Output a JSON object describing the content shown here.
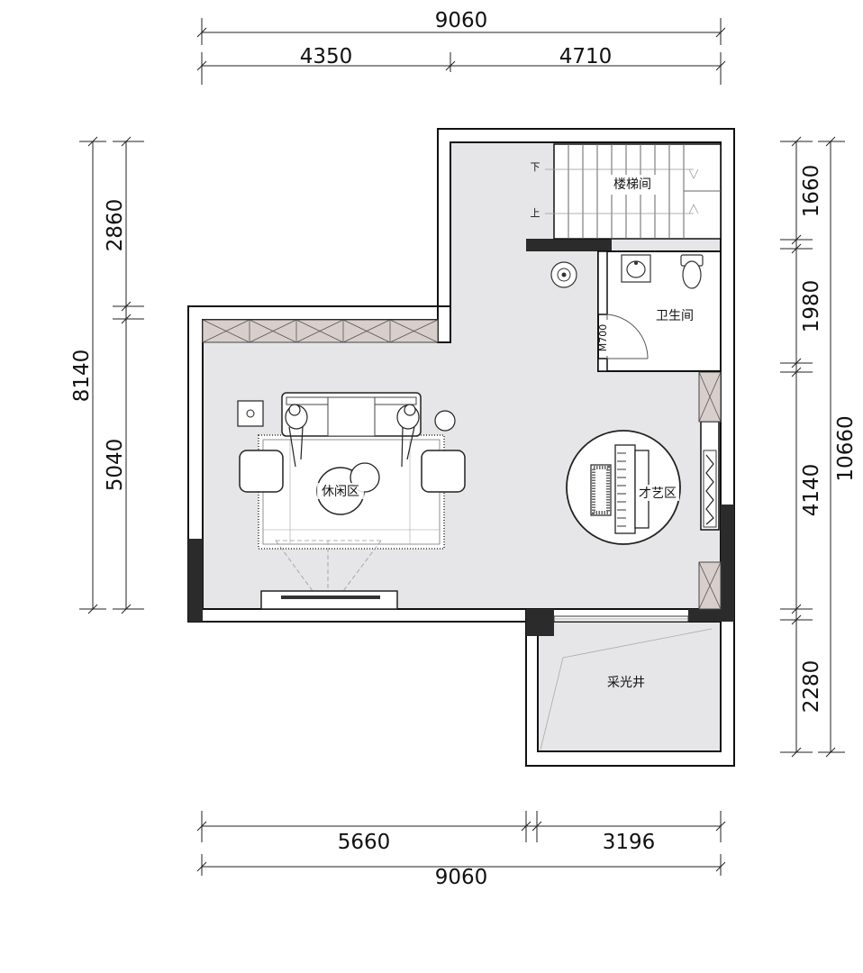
{
  "dimensions": {
    "top_total": "9060",
    "top_left": "4350",
    "top_right": "4710",
    "bottom_left": "5660",
    "bottom_right": "3196",
    "bottom_total": "9060",
    "left_total": "8140",
    "left_upper": "2860",
    "left_lower": "5040",
    "right_total": "10660",
    "right_1": "1660",
    "right_2": "1980",
    "right_3": "4140",
    "right_4": "2280"
  },
  "rooms": {
    "stairwell": "楼梯间",
    "stair_down": "下",
    "stair_up": "上",
    "bathroom": "卫生间",
    "door_tag": "M700",
    "leisure": "休闲区",
    "art": "才艺区",
    "lightwell": "采光井"
  }
}
